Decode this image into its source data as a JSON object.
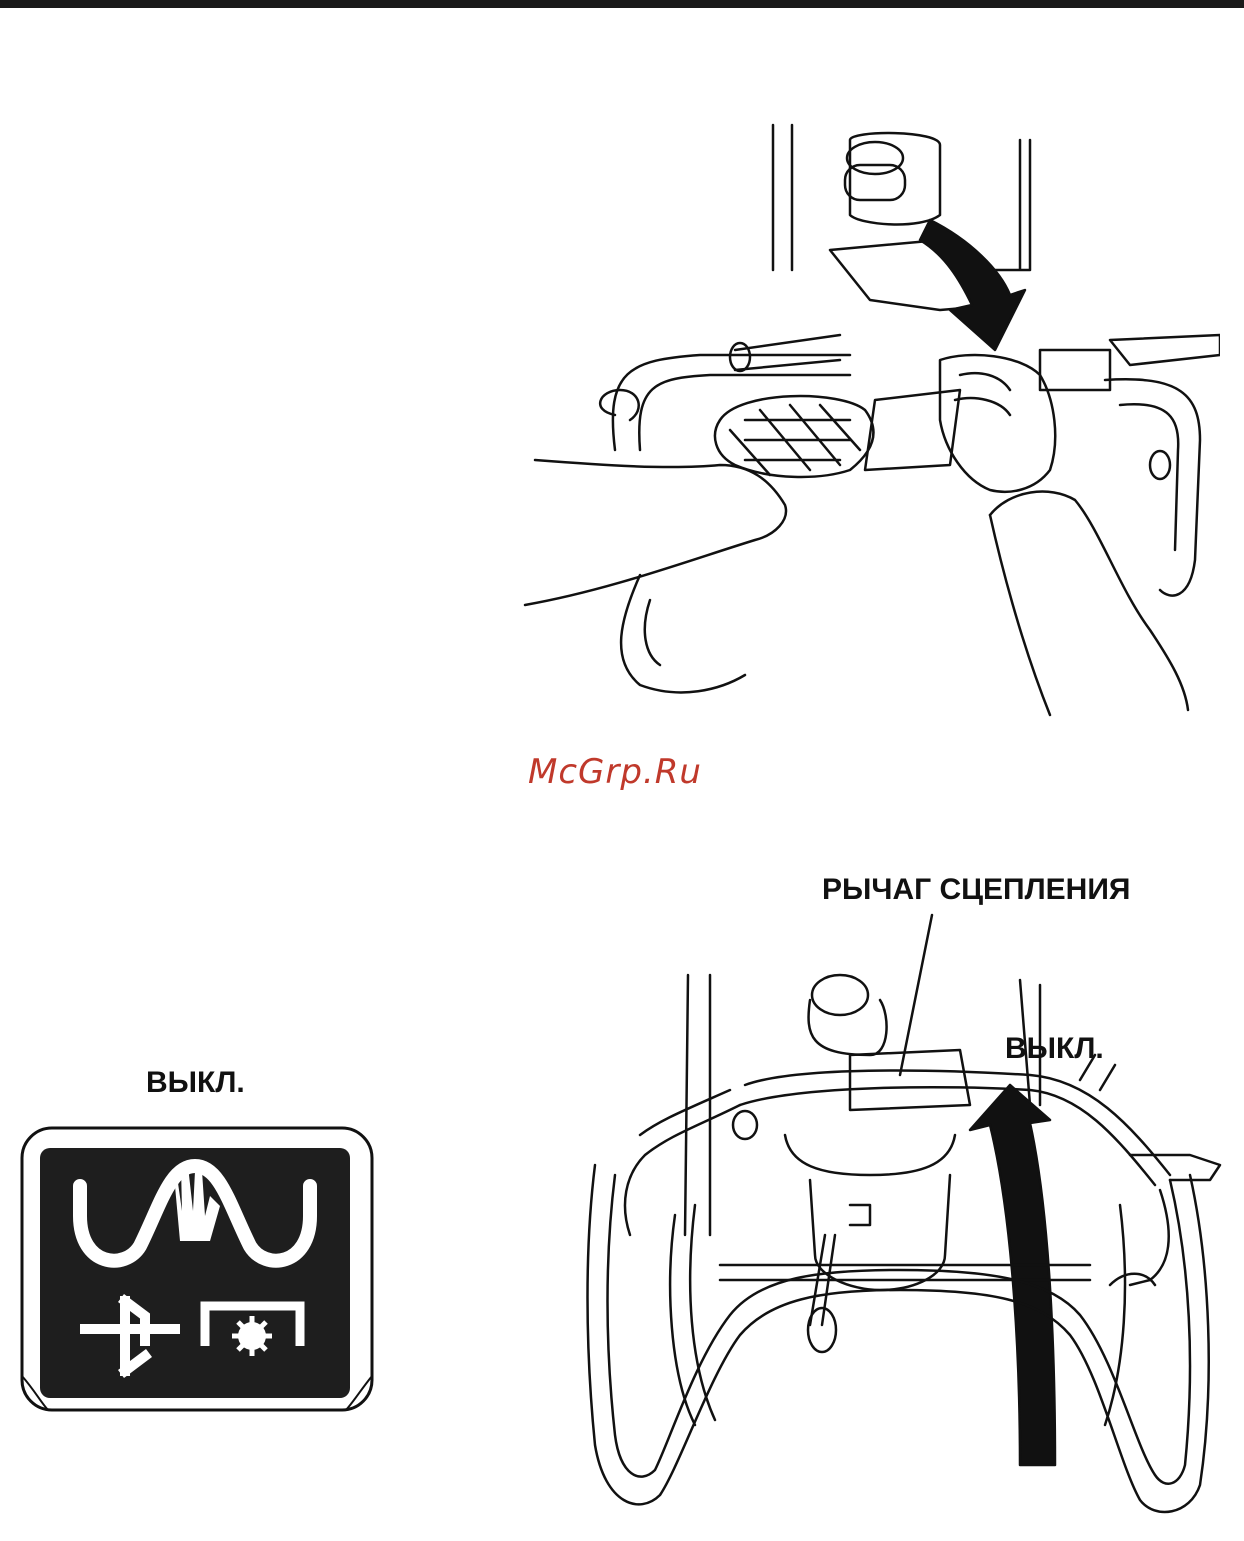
{
  "watermark": {
    "text": "McGrp.Ru",
    "color": "#c0392b"
  },
  "figure_top": {
    "description_icon": "hands-pulling-auger-clutch-lever-illustration"
  },
  "figure_bottom": {
    "lever_label": "РЫЧАГ СЦЕПЛЕНИЯ",
    "off_label": "ВЫКЛ."
  },
  "decal": {
    "off_label": "ВЫКЛ.",
    "icons": [
      "hand-on-lever-icon",
      "clutch-symbol-icon",
      "auger-gear-icon"
    ]
  },
  "colors": {
    "rule": "#1a1a1a",
    "ink": "#111111",
    "decal_bg": "#1e1e1e"
  }
}
